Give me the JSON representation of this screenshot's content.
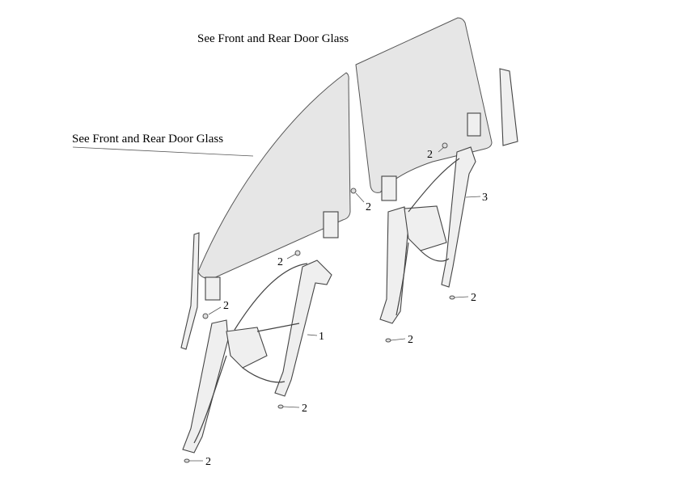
{
  "callouts": {
    "glass_top": "See Front and Rear Door Glass",
    "glass_left": "See Front and Rear Door Glass",
    "c2a": "2",
    "c2b": "2",
    "c3": "3",
    "c2c": "2",
    "c2d": "2",
    "c1": "1",
    "c2e": "2",
    "c2f": "2",
    "c2g": "2",
    "c2h": "2"
  }
}
